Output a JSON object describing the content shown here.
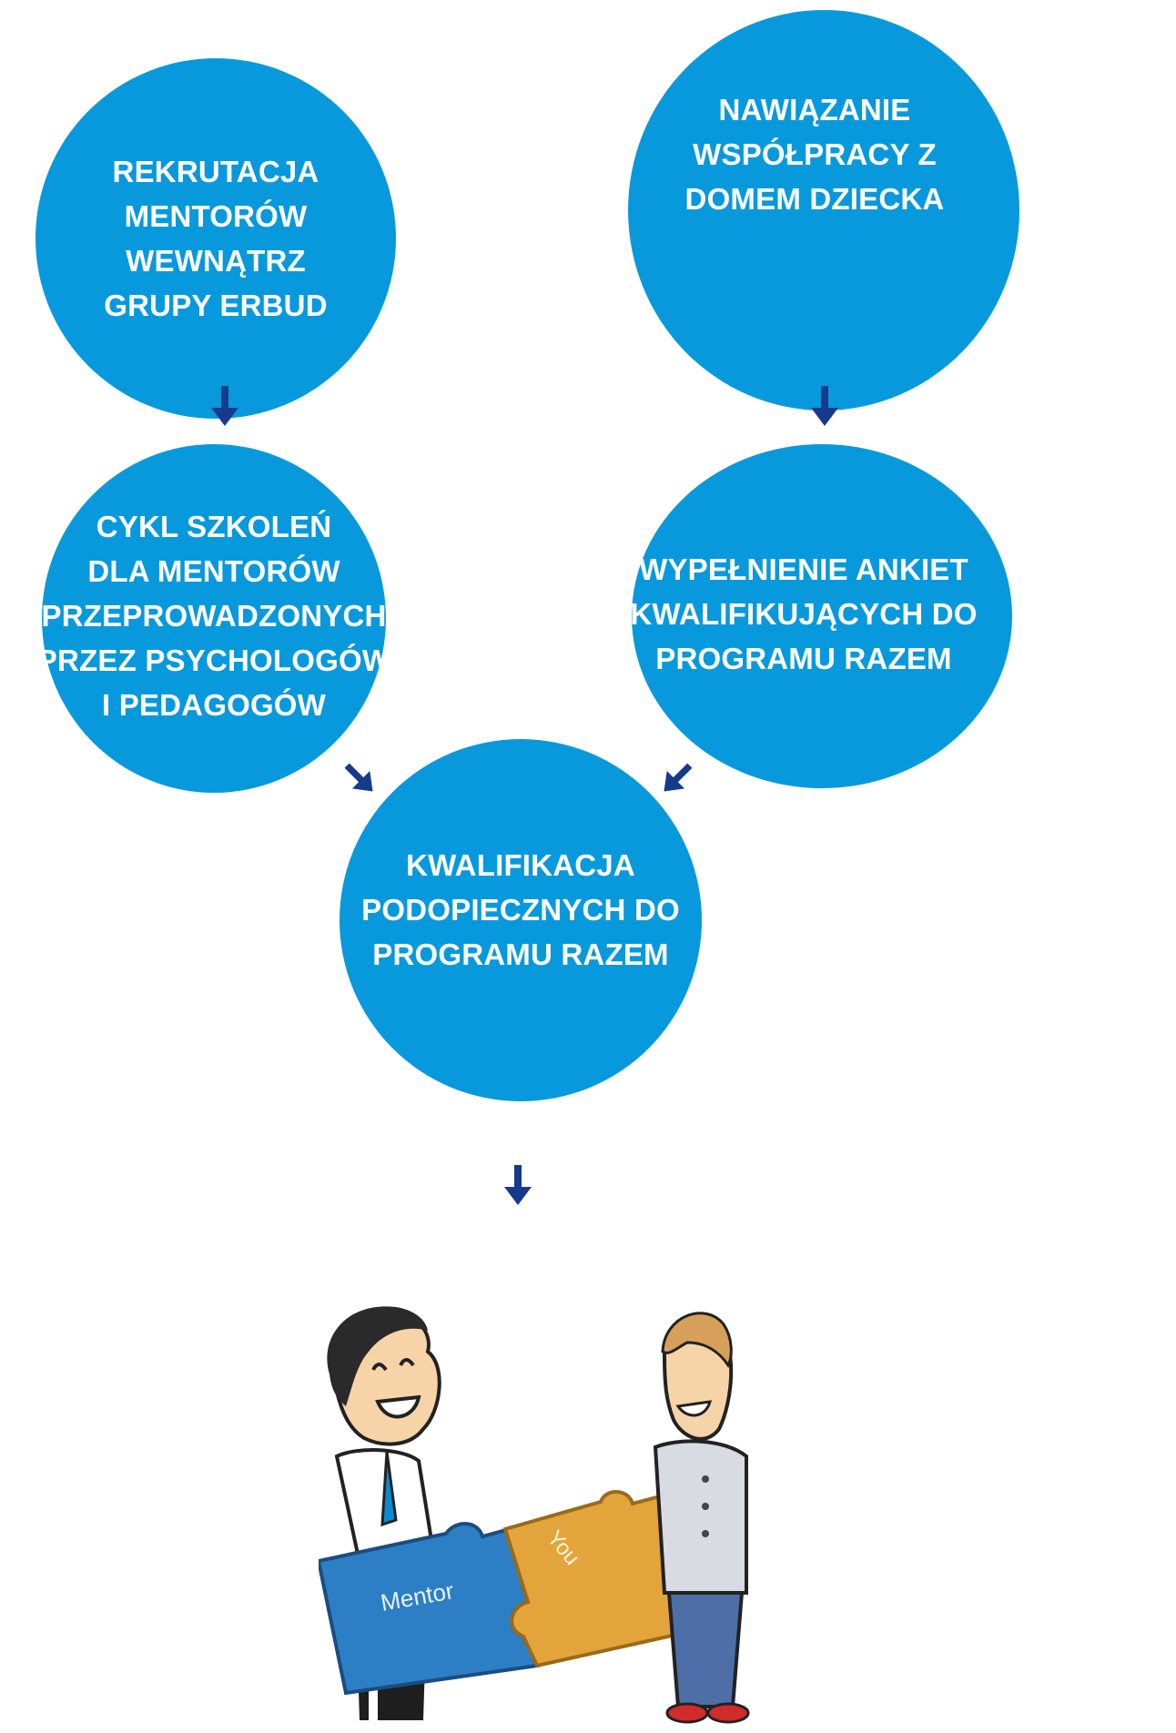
{
  "colors": {
    "circle": "#0899dc",
    "arrow": "#163a8c",
    "text": "#ffffff"
  },
  "diagram": {
    "nodes": {
      "rekrutacja": {
        "lines": [
          "REKRUTACJA",
          "MENTORÓW",
          "WEWNĄTRZ",
          "GRUPY ERBUD"
        ]
      },
      "nawiazanie": {
        "lines": [
          "NAWIĄZANIE",
          "WSPÓŁPRACY Z",
          "DOMEM DZIECKA"
        ]
      },
      "cykl": {
        "lines": [
          "CYKL SZKOLEŃ",
          "DLA MENTORÓW",
          "PRZEPROWADZONYCH",
          "PRZEZ PSYCHOLOGÓW",
          "I PEDAGOGÓW"
        ]
      },
      "wypelnienie": {
        "lines": [
          "WYPEŁNIENIE ANKIET",
          "KWALIFIKUJĄCYCH DO",
          "PROGRAMU RAZEM"
        ]
      },
      "kwalifikacja": {
        "lines": [
          "KWALIFIKACJA",
          "PODOPIECZNYCH DO",
          "PROGRAMU RAZEM"
        ]
      }
    },
    "arrows": [
      "arrow-down-icon",
      "arrow-down-icon",
      "arrow-down-right-icon",
      "arrow-down-left-icon",
      "arrow-down-icon"
    ]
  },
  "illustration": {
    "icon": "mentor-puzzle-illustration",
    "left_piece_text": "Mentor",
    "right_piece_text": "You"
  }
}
